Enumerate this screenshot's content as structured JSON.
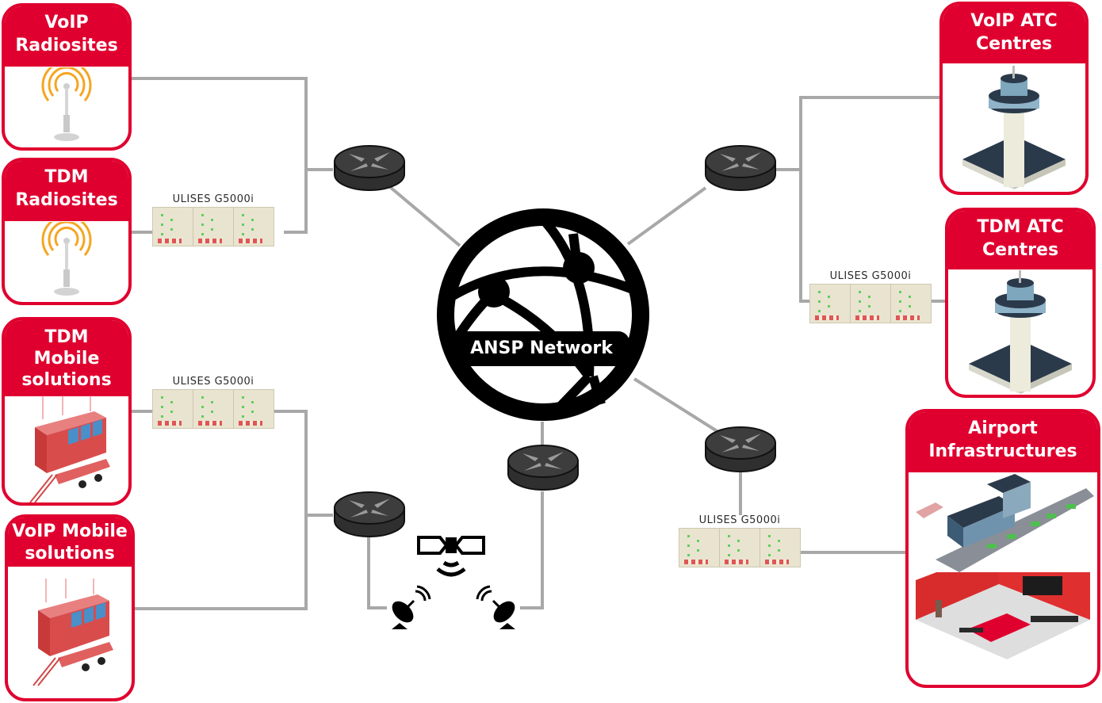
{
  "diagram": {
    "center": {
      "label": "ANSP Network",
      "icon": "globe-network-icon"
    },
    "gateway_label": "ULISES G5000i",
    "colors": {
      "accent": "#E0002F",
      "link": "#A8A8A8",
      "router": "#3A3A3A",
      "text_dark": "#2A2A2A"
    },
    "left_nodes": [
      {
        "title_line1": "VoIP",
        "title_line2": "Radiosites",
        "icon": "radio-antenna-icon"
      },
      {
        "title_line1": "TDM",
        "title_line2": "Radiosites",
        "icon": "radio-antenna-icon"
      },
      {
        "title_line1": "TDM",
        "title_line2": "Mobile",
        "title_line3": "solutions",
        "icon": "mobile-tower-icon"
      },
      {
        "title_line1": "VoIP Mobile",
        "title_line2": "solutions",
        "icon": "mobile-tower-icon"
      }
    ],
    "right_nodes": [
      {
        "title_line1": "VoIP ATC",
        "title_line2": "Centres",
        "icon": "control-tower-icon"
      },
      {
        "title_line1": "TDM ATC",
        "title_line2": "Centres",
        "icon": "control-tower-icon"
      },
      {
        "title_line1": "Airport",
        "title_line2": "Infrastructures",
        "icon": "airport-terminal-icon",
        "icon2": "operations-room-icon"
      }
    ],
    "satellite": {
      "icon": "satellite-icon",
      "dishes": [
        "satellite-dish-icon",
        "satellite-dish-icon"
      ]
    },
    "routers": 5
  }
}
